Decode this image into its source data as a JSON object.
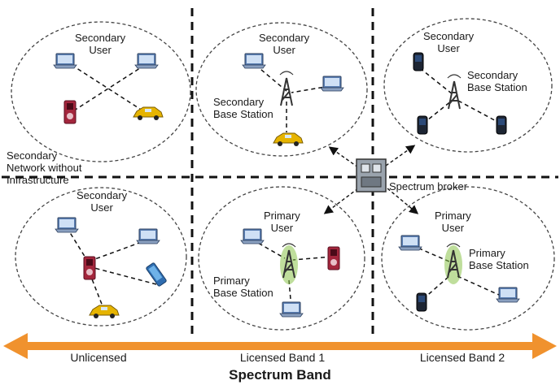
{
  "labels": {
    "c1": "Secondary\nUser",
    "c2": "Secondary\nUser",
    "c2_station": "Secondary\nBase Station",
    "c3": "Secondary\nUser",
    "c3_station": "Secondary\nBase Station",
    "c4": "Secondary\nUser",
    "c5": "Primary\nUser",
    "c5_station": "Primary\nBase Station",
    "c6": "Primary\nUser",
    "c6_station": "Primary\nBase Station",
    "no_infra": "Secondary\nNetwork without\nInfrastructure",
    "broker": "Spectrum broker"
  },
  "bands": [
    "Unlicensed",
    "Licensed Band 1",
    "Licensed Band 2"
  ],
  "axis_title": "Spectrum Band",
  "colors": {
    "arrow": "#f0922e",
    "laptop": "#5b7fb3",
    "car": "#e6b400",
    "mp3": "#a3263c",
    "phone": "#2c4a78",
    "tower": "#333333",
    "tower_glow": "#8bc34a"
  }
}
